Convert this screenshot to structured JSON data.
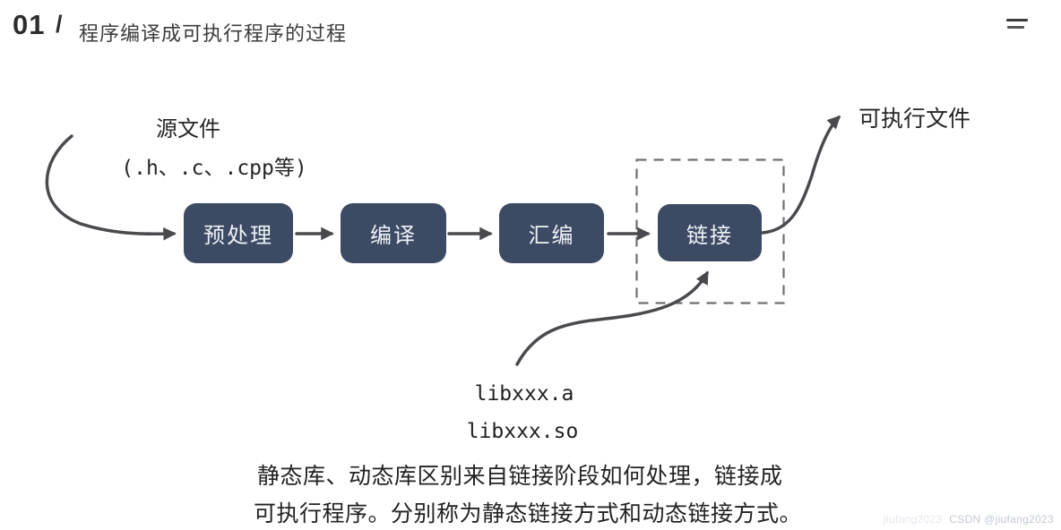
{
  "header": {
    "number": "01",
    "slash": "/",
    "title": "程序编译成可执行程序的过程"
  },
  "diagram": {
    "source_label": "源文件",
    "source_sub": "(.h、.c、.cpp等)",
    "stages": [
      {
        "label": "预处理"
      },
      {
        "label": "编译"
      },
      {
        "label": "汇编"
      },
      {
        "label": "链接"
      }
    ],
    "output_label": "可执行文件",
    "libs": [
      "libxxx.a",
      "libxxx.so"
    ],
    "colors": {
      "stage_fill": "#3c4a63",
      "stage_text": "#eef2f6",
      "arrow": "#4a4a4e",
      "dashed_border": "#6f6f6f"
    }
  },
  "note": {
    "line1": "静态库、动态库区别来自链接阶段如何处理，链接成",
    "line2": "可执行程序。分别称为静态链接方式和动态链接方式。"
  },
  "watermark": {
    "prefix": "jiufang2023",
    "main": "CSDN @jiufang2023"
  }
}
